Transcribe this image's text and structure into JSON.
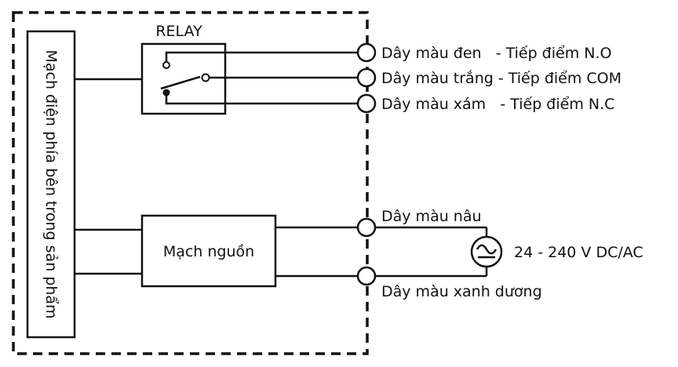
{
  "relay_label": "RELAY",
  "inner_circuit_label": "Mạch điện phía bên trong sản phẩm",
  "power_circuit_label": "Mạch nguồn",
  "terminals": {
    "no_label": "Dây màu đen   - Tiếp điểm N.O",
    "com_label": "Dây màu trắng - Tiếp điểm COM",
    "nc_label": "Dây màu xám   - Tiếp điểm N.C",
    "brown_label": "Dây màu nâu",
    "blue_label": "Dây màu xanh dương"
  },
  "supply_label": "24 - 240 V DC/AC",
  "colors": {
    "line": "#111111",
    "background": "#ffffff"
  }
}
